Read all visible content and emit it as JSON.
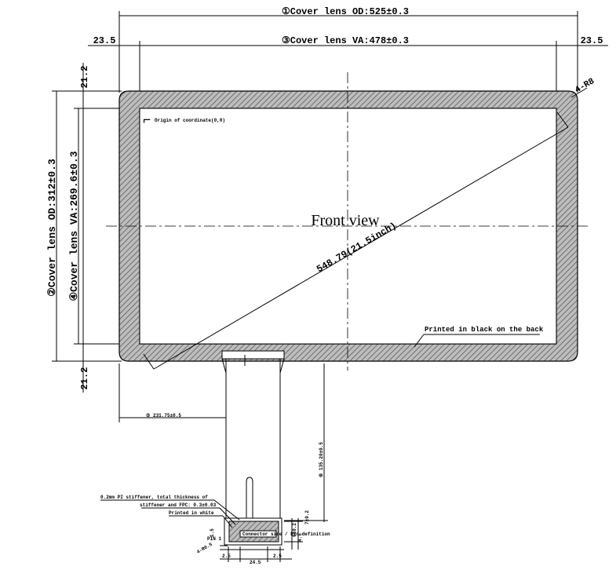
{
  "dimensions": {
    "top_od": "①Cover lens OD:525±0.3",
    "top_va": "③Cover lens VA:478±0.3",
    "left_margin": "23.5",
    "right_margin": "23.5",
    "corner_radius": "4-R8",
    "side_top_margin": "21.2",
    "side_bottom_margin": "21.2",
    "vertical_od": "②Cover lens OD:312±0.3",
    "vertical_va": "④Cover lens VA:269.6±0.3",
    "diagonal": "548.79(21.5inch)",
    "tail_offset_h": "⑤ 231.75±0.5",
    "tail_length_v": "⑥ 135.20±0.5"
  },
  "labels": {
    "view_title": "Front view",
    "back_print_note": "Printed in black on the back",
    "origin_note": "Origin of coordinate(0,0)",
    "stiffener_note_1": "0.2mm PI stiffener, total thickness of",
    "stiffener_note_2": "stiffener and FPC: 0.3±0.03",
    "stiffener_note_3": "Printed in white",
    "pin_label": "PIN 1",
    "fpc_text": "Connector side / Pin definition",
    "dim_a": "6±0.2",
    "dim_b": "7±0.2",
    "dim_c": "2.5",
    "dim_d": "2.5",
    "dim_e": "24.5",
    "dim_f": "1.5",
    "dim_g": "4.5",
    "dim_h": "4-R0.5",
    "corner_mark": "⌐"
  }
}
